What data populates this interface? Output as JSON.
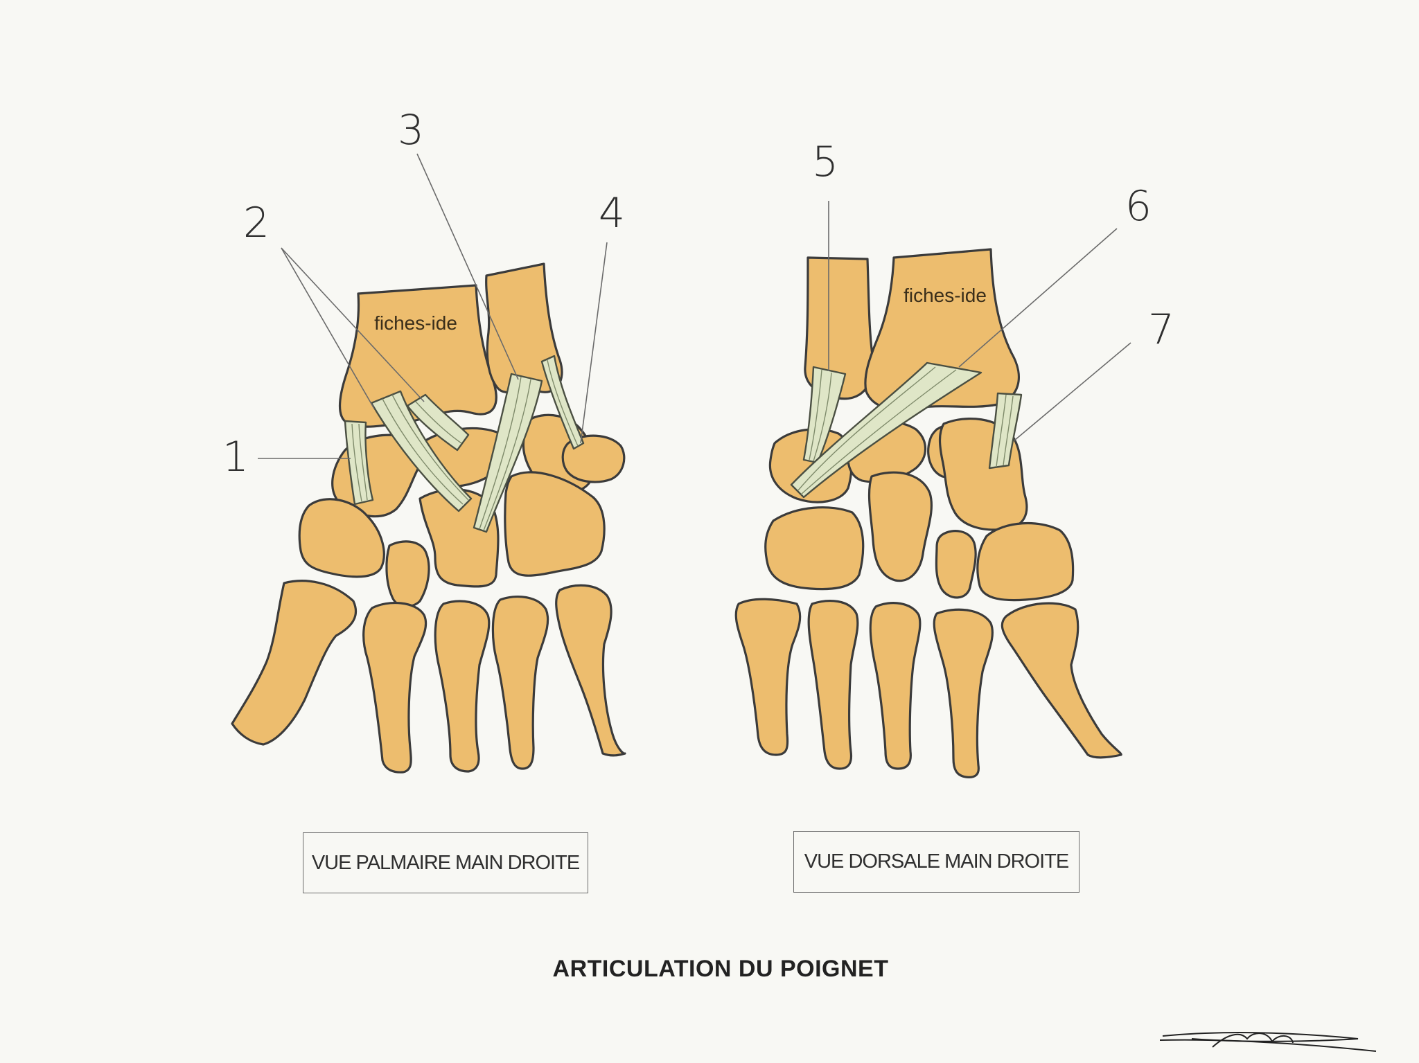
{
  "title": "ARTICULATION DU POIGNET",
  "views": {
    "palmar": {
      "caption": "VUE PALMAIRE MAIN DROITE",
      "watermark": "fiches-ide"
    },
    "dorsal": {
      "caption": "VUE DORSALE MAIN DROITE",
      "watermark": "fiches-ide"
    }
  },
  "labels": [
    "1",
    "2",
    "3",
    "4",
    "5",
    "6",
    "7"
  ],
  "signature": "Léonie",
  "colors": {
    "bone": "#edbd6e",
    "ligament": "#dfe6c7",
    "background": "#f8f8f4",
    "outline": "#3b3b3b"
  }
}
